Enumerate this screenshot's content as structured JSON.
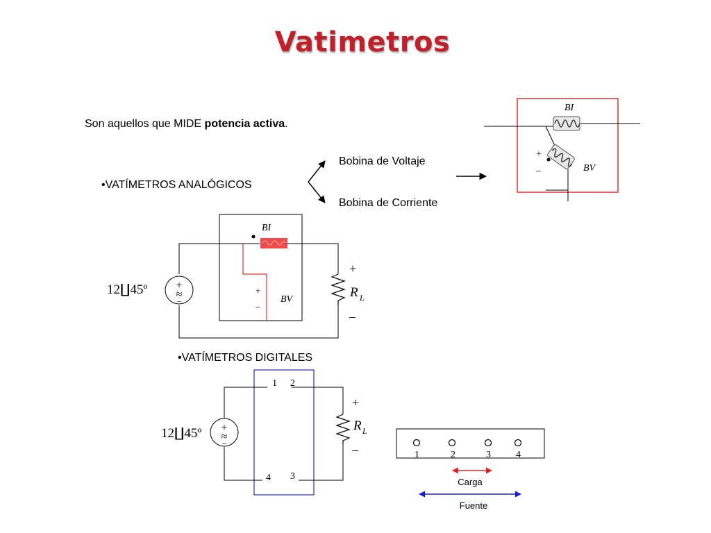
{
  "title": "Vatimetros",
  "intro": {
    "text": "Son aquellos que MIDE ",
    "bold": "potencia activa",
    "end": "."
  },
  "bullet_analog": "•VATÍMETROS ANALÓGICOS",
  "bullet_digital": "•VATÍMETROS DIGITALES",
  "branch": {
    "upper": "Bobina de Voltaje",
    "lower": "Bobina de Corriente"
  },
  "symbols": {
    "bi": "BI",
    "bv": "BV",
    "plus": "+",
    "minus": "–",
    "rl_main": "R",
    "rl_sub": "L",
    "source_value": "12∐45º",
    "source_plus": "+",
    "source_tilde": "≈",
    "source_minus": "–",
    "dot": "•"
  },
  "digital": {
    "terminals_top": [
      "1",
      "2"
    ],
    "terminals_bottom": [
      "4",
      "3"
    ]
  },
  "terminal_strip": {
    "labels": [
      "1",
      "2",
      "3",
      "4"
    ],
    "carga": "Carga",
    "fuente": "Fuente"
  },
  "colors": {
    "title": "#c0202a",
    "coil": "#f04a4a",
    "red_wire": "#e03030",
    "blue_box": "#2a2ab0",
    "blue_arrow": "#1a1ad0",
    "red_arrow": "#e02020"
  }
}
